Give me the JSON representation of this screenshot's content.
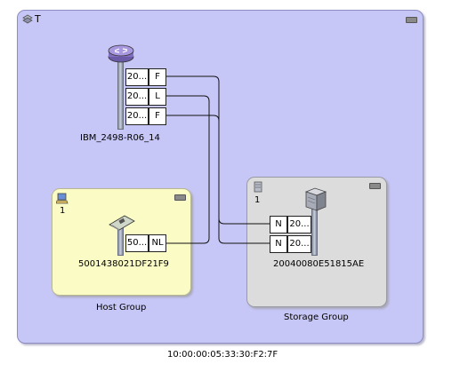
{
  "fabric": {
    "title": "T",
    "wwn_label": "10:00:00:05:33:30:F2:7F"
  },
  "switch": {
    "name": "IBM_2498-R06_14",
    "ports": [
      {
        "id": "20...",
        "type": "F"
      },
      {
        "id": "20...",
        "type": "L"
      },
      {
        "id": "20...",
        "type": "F"
      }
    ]
  },
  "host_group": {
    "label": "Host Group",
    "count": "1",
    "device": {
      "name": "5001438021DF21F9",
      "port": {
        "id": "50...",
        "type": "NL"
      }
    }
  },
  "storage_group": {
    "label": "Storage Group",
    "count": "1",
    "device": {
      "name": "20040080E51815AE",
      "ports": [
        {
          "type": "N",
          "id": "20..."
        },
        {
          "type": "N",
          "id": "20..."
        }
      ]
    }
  },
  "colors": {
    "fabric_bg": "#c6c6f7",
    "host_bg": "#fbfbc6",
    "storage_bg": "#dcdcdc"
  }
}
